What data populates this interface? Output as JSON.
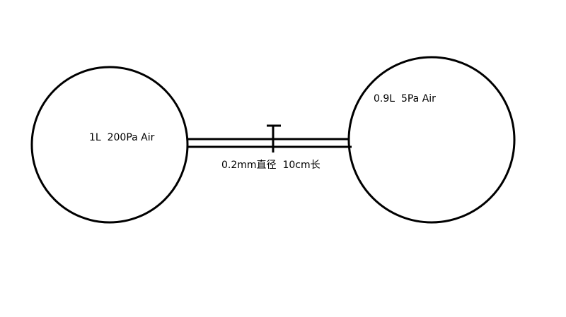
{
  "containers": {
    "left": {
      "label": "1L  200Pa Air"
    },
    "right": {
      "label": "0.9L  5Pa Air"
    }
  },
  "tube": {
    "label": "0.2mm直径  10cm长"
  },
  "colors": {
    "stroke": "#000000",
    "background": "#ffffff"
  },
  "icons": {
    "valve": "valve-icon"
  }
}
